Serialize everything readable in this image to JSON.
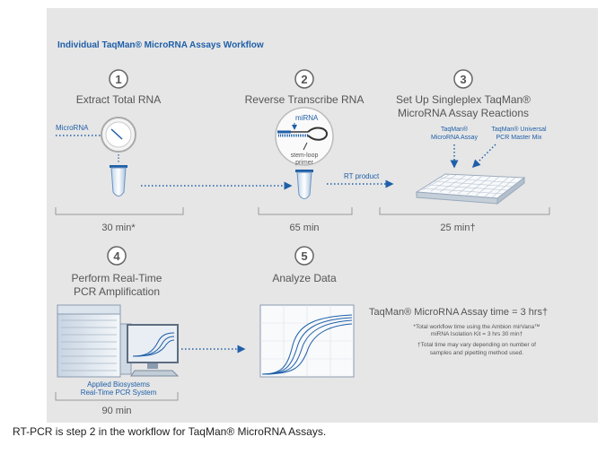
{
  "diagram": {
    "title": "Individual TaqMan® MicroRNA Assays Workflow",
    "steps": [
      {
        "number": "1",
        "label": "Extract Total RNA",
        "input_label": "MicroRNA",
        "time": "30 min*"
      },
      {
        "number": "2",
        "label": "Reverse Transcribe RNA",
        "mirna_label": "miRNA",
        "primer_label_1": "stem-loop",
        "primer_label_2": "primer",
        "time": "65 min"
      },
      {
        "number": "3",
        "label_1": "Set Up Singleplex TaqMan®",
        "label_2": "MicroRNA Assay Reactions",
        "input_a_1": "TaqMan®",
        "input_a_2": "MicroRNA Assay",
        "input_b_1": "TaqMan® Universal",
        "input_b_2": "PCR Master Mix",
        "time": "25 min†"
      },
      {
        "number": "4",
        "label_1": "Perform Real-Time",
        "label_2": "PCR Amplification",
        "instrument_1": "Applied Biosystems",
        "instrument_2": "Real-Time PCR System",
        "time": "90 min"
      },
      {
        "number": "5",
        "label": "Analyze Data"
      }
    ],
    "rt_product_label": "RT product",
    "total_time": "TaqMan® MicroRNA Assay time = 3 hrs†",
    "footnote_1a": "*Total workflow time using the Ambion mirVana™",
    "footnote_1b": "miRNA Isolation Kit = 3 hrs 30 min†",
    "footnote_2a": "†Total time may vary depending on number of",
    "footnote_2b": "samples and pipetting method used.",
    "colors": {
      "panel": "#e6e6e6",
      "accent": "#1f5fa8",
      "text": "#555555",
      "circle": "#666666"
    }
  },
  "caption": "RT-PCR is step 2 in the workflow for TaqMan® MicroRNA Assays."
}
